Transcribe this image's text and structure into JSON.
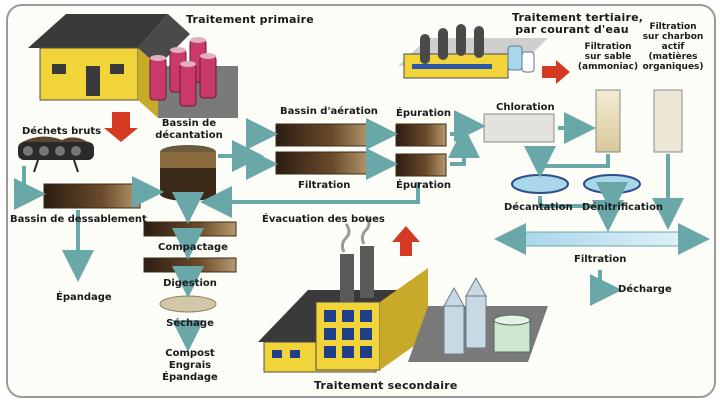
{
  "labels": {
    "primary_title": "Traitement primaire",
    "tertiary_title_1": "Traitement tertiaire,",
    "tertiary_title_2": "par courant d'eau",
    "secondary_title": "Traitement secondaire",
    "dechets_bruts": "Déchets bruts",
    "bassin_decantation_1": "Bassin de",
    "bassin_decantation_2": "décantation",
    "bassin_dessablement": "Bassin de dessablement",
    "epandage_left": "Épandage",
    "compactage": "Compactage",
    "digestion": "Digestion",
    "sechage": "Séchage",
    "compost": "Compost",
    "engrais": "Engrais",
    "epandage_bottom": "Épandage",
    "bassin_aeration": "Bassin d'aération",
    "filtration_left": "Filtration",
    "epuration_top": "Épuration",
    "epuration_bottom": "Épuration",
    "evacuation_boues": "Évacuation des boues",
    "chloration": "Chloration",
    "filtration_sable_1": "Filtration",
    "filtration_sable_2": "sur sable",
    "filtration_sable_3": "(ammoniac)",
    "filtration_charbon_1": "Filtration",
    "filtration_charbon_2": "sur charbon",
    "filtration_charbon_3": "actif",
    "filtration_charbon_4": "(matières",
    "filtration_charbon_5": "organiques)",
    "decantation_right": "Décantation",
    "denitrification": "Dénitrification",
    "filtration_right": "Filtration",
    "decharge": "Décharge"
  },
  "colors": {
    "arrow_teal": "#6aa7a8",
    "arrow_red": "#d43a22",
    "building_yellow": "#f1d43a",
    "roof_dark": "#3a3a3a",
    "tank_pink": "#c93a6b",
    "water_blue": "#a9d6ea"
  }
}
